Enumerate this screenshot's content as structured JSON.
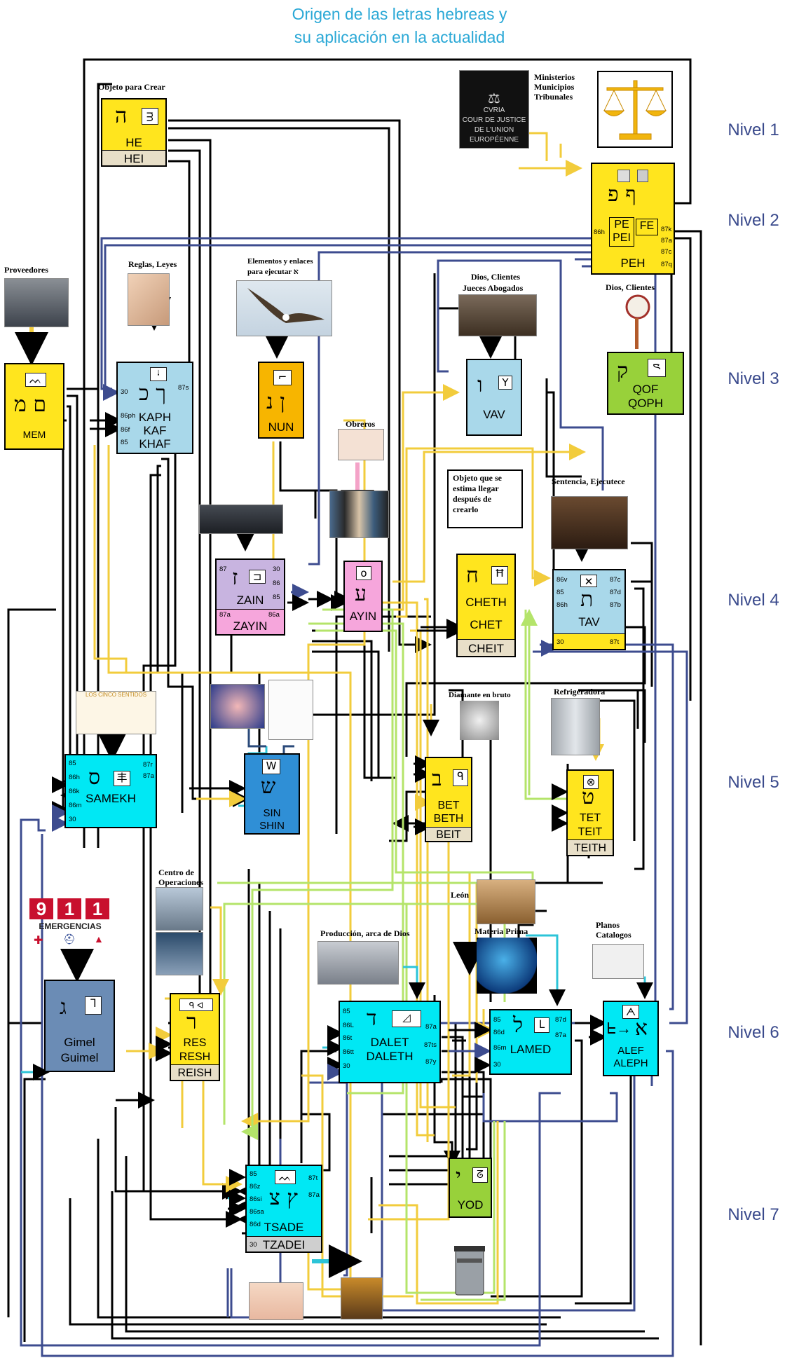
{
  "title": {
    "line1": "Origen de las letras hebreas y",
    "line2": "su aplicación en la actualidad"
  },
  "levels": [
    "Nivel 1",
    "Nivel 2",
    "Nivel 3",
    "Nivel 4",
    "Nivel 5",
    "Nivel 6",
    "Nivel 7"
  ],
  "labels": {
    "objeto_crear": "Objeto para Crear",
    "ministerios_1": "Ministerios",
    "ministerios_2": "Municipios",
    "ministerios_3": "Tribunales",
    "proveedores": "Proveedores",
    "reglas": "Reglas, Leyes",
    "elementos_1": "Elementos y enlaces",
    "elementos_2": "para ejecutar א",
    "dios_jueces_1": "Dios, Clientes",
    "dios_jueces_2": "Jueces  Abogados",
    "dios_clientes": "Dios, Clientes",
    "obreros": "Obreros",
    "sentencia": "Sentencia, Ejecutece",
    "diamante": "Diamante en bruto",
    "refrigeradora": "Refrigeradora",
    "centro_1": "Centro de",
    "centro_2": "Operaciones",
    "leon": "León",
    "produccion": "Producción, arca de Dios",
    "materia": "Materia Prima",
    "planos_1": "Planos",
    "planos_2": "Catalogos",
    "cinco_sentidos": "LOS CINCO SENTIDOS",
    "objeto_estima": [
      "Objeto que se",
      "estima llegar",
      "después de",
      "crearlo"
    ]
  },
  "emergency": {
    "digits": [
      "9",
      "1",
      "1"
    ],
    "text": "EMERGENCIAS"
  },
  "court_sign": {
    "line0": "CVRIA",
    "line1": "COUR DE JUSTICE",
    "line2": "DE L'UNION",
    "line3": "EUROPÉENNE"
  },
  "letters": {
    "he": {
      "heb": "ה",
      "glyph": "ᴟ",
      "names": [
        "HE"
      ],
      "strip": "HEI",
      "codes": []
    },
    "peh": {
      "heb": "ף פ",
      "glyph": "",
      "names": [
        "PEH"
      ],
      "sub": [
        "PE",
        "PEI",
        "FE"
      ],
      "codes": [
        "86h",
        "87k",
        "87a",
        "87c",
        "87q"
      ]
    },
    "mem": {
      "heb": "ם מ",
      "glyph": "ᨓ",
      "names": [
        "MEM"
      ],
      "codes": []
    },
    "kaph": {
      "heb": "ך כ",
      "glyph": "ᛍ",
      "names": [
        "KAPH",
        "KAF",
        "KHAF"
      ],
      "codes": [
        "30",
        "87s",
        "86ph",
        "86f",
        "85"
      ]
    },
    "nun": {
      "heb": "ן נ",
      "glyph": "⌐",
      "names": [
        "NUN"
      ],
      "codes": []
    },
    "vav": {
      "heb": "ו",
      "glyph": "Y",
      "names": [
        "VAV"
      ],
      "codes": []
    },
    "qof": {
      "heb": "ק",
      "glyph": "ᯍ",
      "names": [
        "QOF",
        "QOPH"
      ],
      "codes": []
    },
    "zain": {
      "heb": "ז",
      "glyph": "⊐",
      "names": [
        "ZAIN"
      ],
      "strip": "ZAYIN",
      "codes": [
        "87",
        "30",
        "86",
        "85",
        "87a",
        "86a"
      ]
    },
    "ayin": {
      "heb": "ע",
      "glyph": "o",
      "names": [
        "AYIN"
      ],
      "codes": []
    },
    "chet": {
      "heb": "ח",
      "glyph": "Ħ",
      "names": [
        "CHETH",
        "CHET"
      ],
      "strip": "CHEIT",
      "codes": []
    },
    "tav": {
      "heb": "ת",
      "glyph": "✕",
      "names": [
        "TAV"
      ],
      "codes": [
        "86v",
        "85",
        "86h",
        "87c",
        "87d",
        "87b",
        "30",
        "87t"
      ]
    },
    "samekh": {
      "heb": "ס",
      "glyph": "丰",
      "names": [
        "SAMEKH"
      ],
      "codes": [
        "85",
        "86h",
        "86k",
        "86m",
        "30",
        "87r",
        "87a"
      ]
    },
    "shin": {
      "heb": "ש",
      "glyph": "W",
      "names": [
        "SIN",
        "SHIN"
      ],
      "codes": []
    },
    "bet": {
      "heb": "ב",
      "glyph": "ᑫ",
      "names": [
        "BET",
        "BETH"
      ],
      "strip": "BEIT",
      "codes": []
    },
    "tet": {
      "heb": "ט",
      "glyph": "⊗",
      "names": [
        "TET",
        "TEIT"
      ],
      "strip": "TEITH",
      "codes": []
    },
    "gimel": {
      "heb": "ג",
      "glyph": "ᒣ",
      "names": [
        "Gimel",
        "Guimel"
      ],
      "codes": []
    },
    "resh": {
      "heb": "ר",
      "glyph": "ᑫ ᐊ",
      "names": [
        "RES",
        "RESH"
      ],
      "strip": "REISH",
      "codes": []
    },
    "dalet": {
      "heb": "ד",
      "glyph": "◿",
      "names": [
        "DALET",
        "DALETH"
      ],
      "codes": [
        "85",
        "86L",
        "86t",
        "86tt",
        "30",
        "87a",
        "87ts",
        "87y"
      ]
    },
    "lamed": {
      "heb": "ל",
      "glyph": "ᒪ",
      "names": [
        "LAMED"
      ],
      "codes": [
        "85",
        "86d",
        "86m",
        "30",
        "87d",
        "87a"
      ]
    },
    "alef": {
      "heb": "א",
      "glyph": "ᗅ",
      "names": [
        "ALEF",
        "ALEPH"
      ],
      "arrow": "ᖶ→",
      "codes": []
    },
    "tsade": {
      "heb": "ץ צ",
      "glyph": "ᨓ",
      "names": [
        "TSADE"
      ],
      "strip": "TZADEI",
      "codes": [
        "85",
        "86z",
        "86si",
        "86sa",
        "86d",
        "30",
        "87t",
        "87a"
      ]
    },
    "yod": {
      "heb": "י",
      "glyph": "ᘔ",
      "names": [
        "YOD"
      ],
      "codes": []
    }
  },
  "colors": {
    "yellow": "#ffe51e",
    "blue": "#a9d8ea",
    "cyan": "#00e8f4",
    "orange": "#f7b500",
    "lilac": "#c8b4e0",
    "pink": "#f6a6dc",
    "green": "#98d13a",
    "steel": "#6b8cb5",
    "navy": "#3d4c8f",
    "wire_yellow": "#f2cc3c",
    "wire_green": "#b4e46a",
    "wire_pink": "#f4a3c8",
    "wire_cyan": "#2cc4d8",
    "strip": "#e8dfc8"
  }
}
